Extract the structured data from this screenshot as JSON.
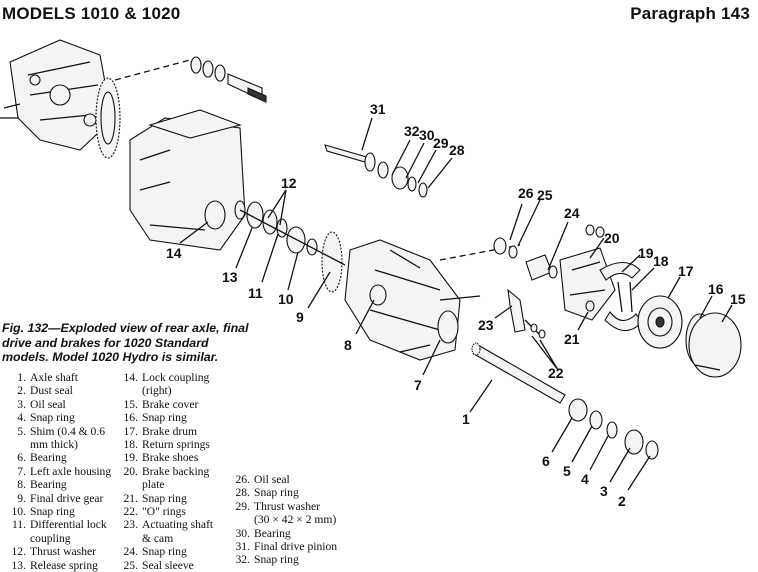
{
  "header": {
    "left": "MODELS 1010 & 1020",
    "right": "Paragraph 143"
  },
  "figure": {
    "caption": "Fig. 132—Exploded view of rear axle, final drive and brakes for 1020 Standard models. Model 1020 Hydro is similar.",
    "callouts": [
      "31",
      "32",
      "30",
      "29",
      "28",
      "12",
      "26",
      "25",
      "24",
      "20",
      "19",
      "18",
      "17",
      "16",
      "15",
      "14",
      "13",
      "11",
      "10",
      "9",
      "8",
      "7",
      "23",
      "21",
      "22",
      "1",
      "6",
      "5",
      "4",
      "3",
      "2"
    ]
  },
  "legend": {
    "col1": [
      {
        "n": "1.",
        "t": "Axle shaft"
      },
      {
        "n": "2.",
        "t": "Dust seal"
      },
      {
        "n": "3.",
        "t": "Oil seal"
      },
      {
        "n": "4.",
        "t": "Snap ring"
      },
      {
        "n": "5.",
        "t": "Shim (0.4 & 0.6\nmm thick)"
      },
      {
        "n": "6.",
        "t": "Bearing"
      },
      {
        "n": "7.",
        "t": "Left axle housing"
      },
      {
        "n": "8.",
        "t": "Bearing"
      },
      {
        "n": "9.",
        "t": "Final drive gear"
      },
      {
        "n": "10.",
        "t": "Snap ring"
      },
      {
        "n": "11.",
        "t": "Differential lock\ncoupling"
      },
      {
        "n": "12.",
        "t": "Thrust washer"
      },
      {
        "n": "13.",
        "t": "Release spring"
      }
    ],
    "col2": [
      {
        "n": "14.",
        "t": "Lock coupling\n(right)"
      },
      {
        "n": "15.",
        "t": "Brake cover"
      },
      {
        "n": "16.",
        "t": "Snap ring"
      },
      {
        "n": "17.",
        "t": "Brake drum"
      },
      {
        "n": "18.",
        "t": "Return springs"
      },
      {
        "n": "19.",
        "t": "Brake shoes"
      },
      {
        "n": "20.",
        "t": "Brake backing\nplate"
      },
      {
        "n": "21.",
        "t": "Snap ring"
      },
      {
        "n": "22.",
        "t": "\"O\" rings"
      },
      {
        "n": "23.",
        "t": "Actuating shaft\n& cam"
      },
      {
        "n": "24.",
        "t": "Snap ring"
      },
      {
        "n": "25.",
        "t": "Seal sleeve"
      }
    ],
    "col3": [
      {
        "n": "26.",
        "t": "Oil seal"
      },
      {
        "n": "28.",
        "t": "Snap ring"
      },
      {
        "n": "29.",
        "t": "Thrust washer\n(30 × 42 × 2 mm)"
      },
      {
        "n": "30.",
        "t": "Bearing"
      },
      {
        "n": "31.",
        "t": "Final drive pinion"
      },
      {
        "n": "32.",
        "t": "Snap ring"
      }
    ]
  }
}
